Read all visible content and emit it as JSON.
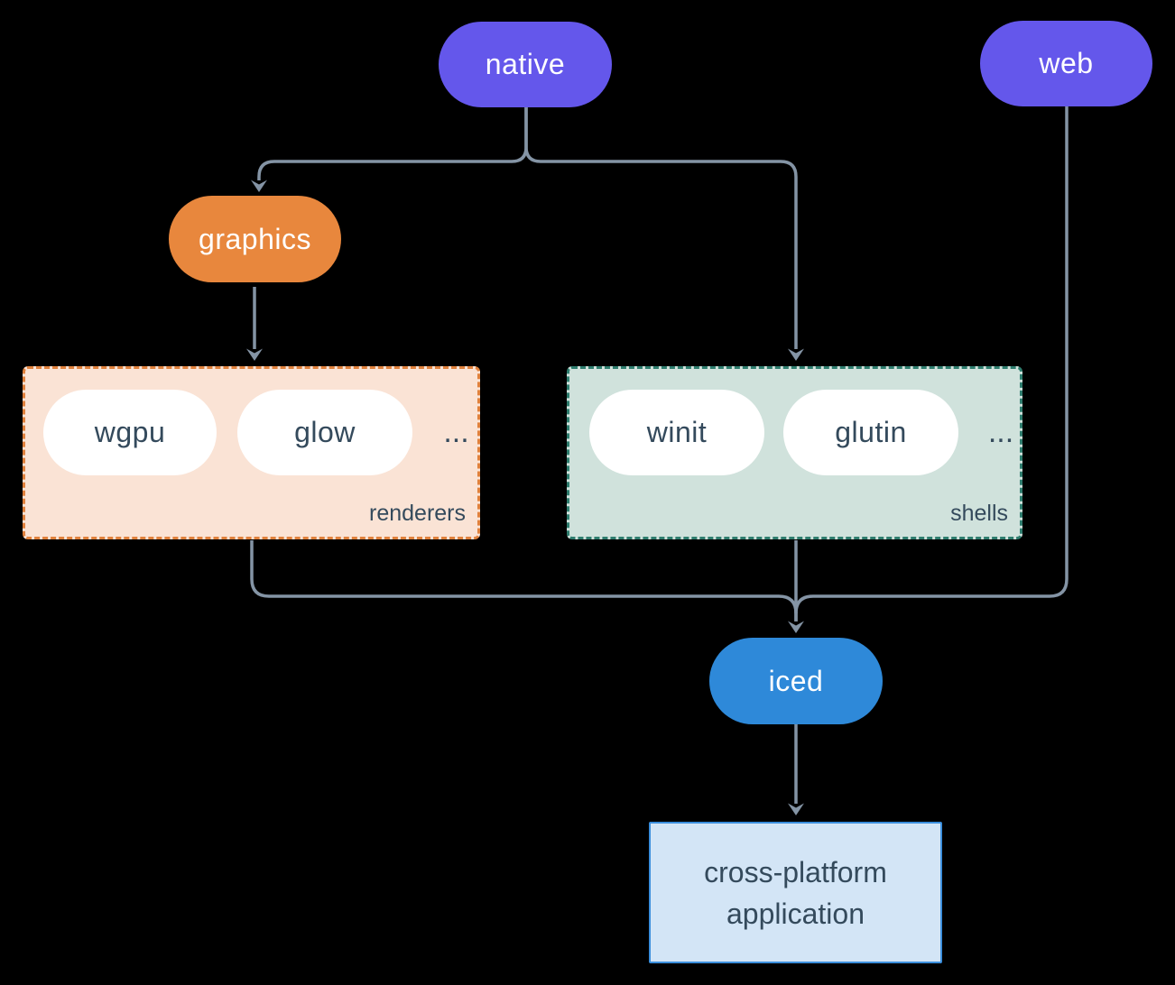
{
  "diagram": {
    "background": "#000000",
    "arrow_color": "#8494a5",
    "nodes": {
      "native": {
        "label": "native",
        "color": "#6457eb",
        "text_color": "#ffffff"
      },
      "web": {
        "label": "web",
        "color": "#6457eb",
        "text_color": "#ffffff"
      },
      "graphics": {
        "label": "graphics",
        "color": "#e8873d",
        "text_color": "#ffffff"
      },
      "iced": {
        "label": "iced",
        "color": "#2e89d9",
        "text_color": "#ffffff"
      }
    },
    "groups": {
      "renderers": {
        "label": "renderers",
        "background": "#fae3d5",
        "border_color": "#e0813c",
        "item_text_color": "#344a5c",
        "items": [
          {
            "label": "wgpu"
          },
          {
            "label": "glow"
          }
        ],
        "ellipsis": "..."
      },
      "shells": {
        "label": "shells",
        "background": "#d0e2dc",
        "border_color": "#2e7d6e",
        "item_text_color": "#344a5c",
        "items": [
          {
            "label": "winit"
          },
          {
            "label": "glutin"
          }
        ],
        "ellipsis": "..."
      }
    },
    "app_box": {
      "line1": "cross-platform",
      "line2": "application",
      "background": "#d3e5f6",
      "border_color": "#3a8edc",
      "text_color": "#344a5c"
    }
  }
}
